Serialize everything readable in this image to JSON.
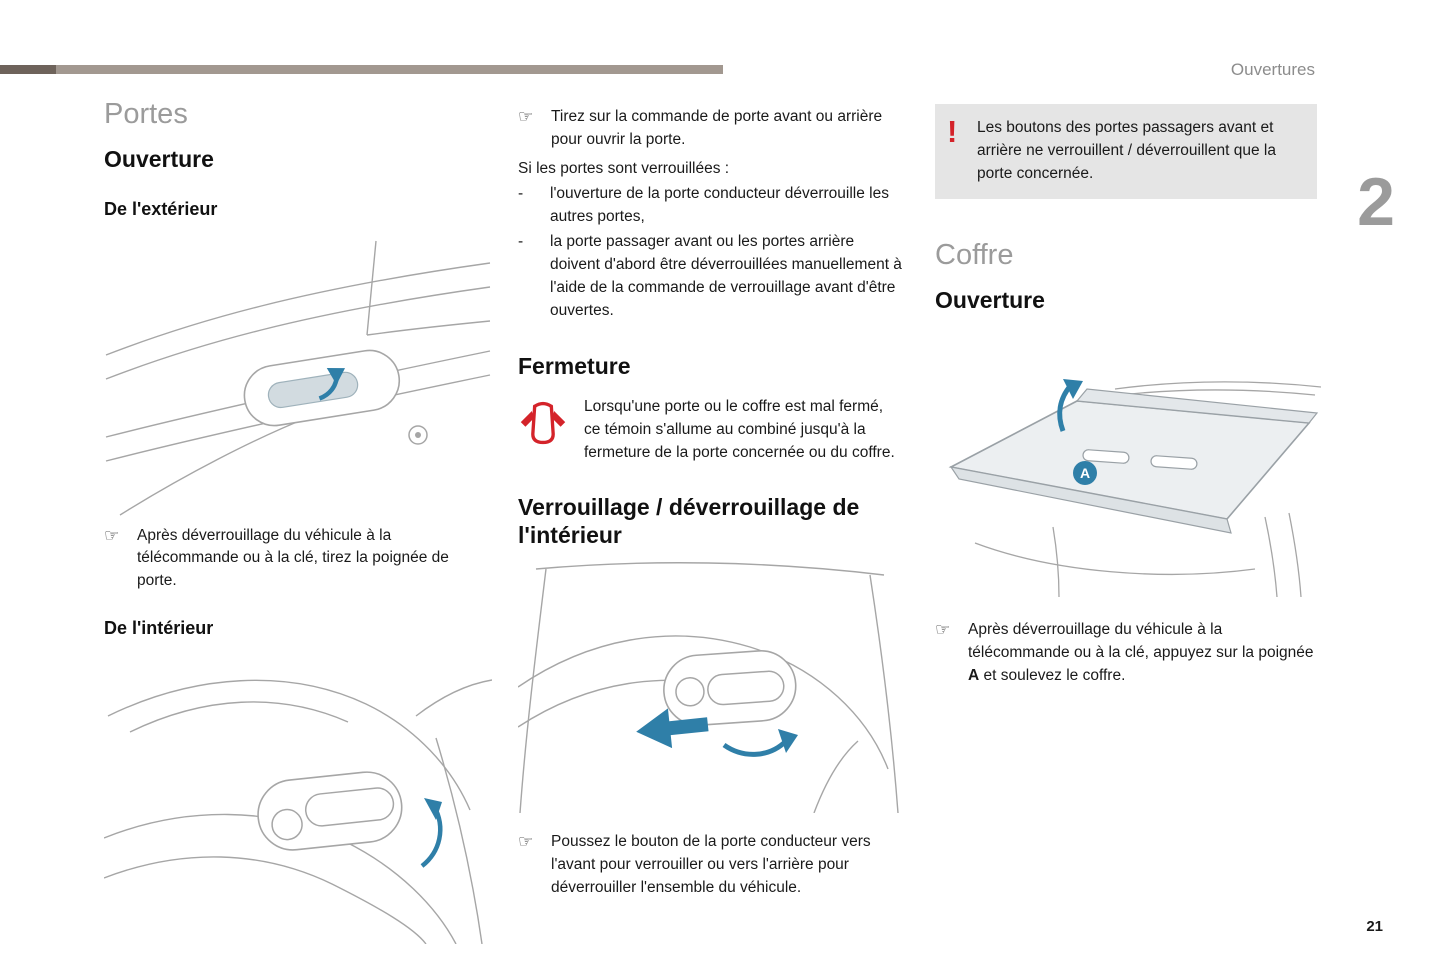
{
  "page": {
    "header": "Ouvertures",
    "chapter": "2",
    "number": "21"
  },
  "icons": {
    "pointer": "☞",
    "warning_mark": "!"
  },
  "colors": {
    "accent_red": "#d4232a",
    "arrow_blue": "#2f7fa8",
    "bar_dark": "#6e635b",
    "bar_light": "#a29890",
    "heading_gray": "#9b9b9b",
    "warning_box_bg": "#e5e5e5"
  },
  "portes": {
    "title": "Portes",
    "ouverture_heading": "Ouverture",
    "exterieur_heading": "De l'extérieur",
    "exterieur_note": "Après déverrouillage du véhicule à la télécommande ou à la clé, tirez la poignée de porte.",
    "interieur_heading": "De l'intérieur"
  },
  "middle": {
    "dash": "-",
    "note_open": "Tirez sur la commande de porte avant ou arrière pour ouvrir la porte.",
    "locked_intro": "Si les portes sont verrouillées :",
    "locked_items": [
      "l'ouverture de la porte conducteur déverrouille les autres portes,",
      "la porte passager avant ou les portes arrière doivent d'abord être déverrouillées manuellement à l'aide de la commande de verrouillage avant d'être ouvertes."
    ],
    "fermeture_heading": "Fermeture",
    "fermeture_text": "Lorsqu'une porte ou le coffre est mal fermé, ce témoin s'allume au combiné jusqu'à la fermeture de la porte concernée ou du coffre.",
    "verrouillage_heading": "Verrouillage / déverrouillage de l'intérieur",
    "note_lock": "Poussez le bouton de la porte conducteur vers l'avant pour verrouiller ou vers l'arrière pour déverrouiller l'ensemble du véhicule."
  },
  "coffre": {
    "warning_text": "Les boutons des portes passagers avant et arrière ne verrouillent / déverrouillent que la porte concernée.",
    "title": "Coffre",
    "ouverture_heading": "Ouverture",
    "handle_label": "A",
    "note_part1": "Après déverrouillage du véhicule à la télécommande ou à la clé, appuyez sur la poignée ",
    "note_bold": "A",
    "note_part2": " et soulevez le coffre."
  }
}
